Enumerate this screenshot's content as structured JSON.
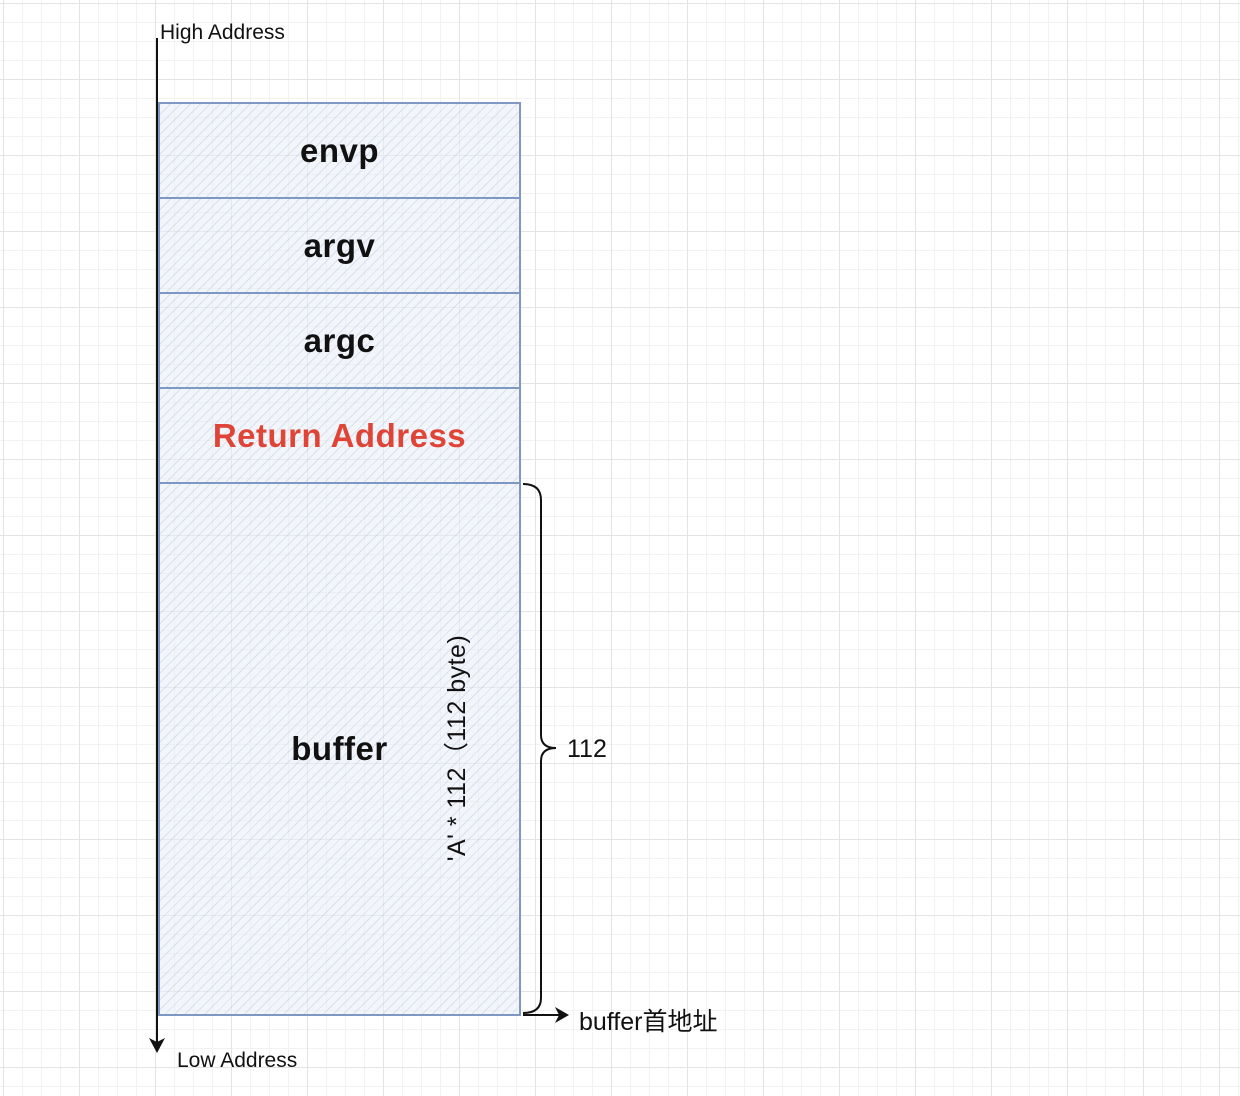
{
  "labels": {
    "high_address": "High Address",
    "low_address": "Low Address",
    "brace_value": "112",
    "buffer_start": "buffer首地址",
    "buffer_fill": "'A' * 112（112 byte)"
  },
  "stack_blocks": [
    {
      "label": "envp",
      "highlight": false
    },
    {
      "label": "argv",
      "highlight": false
    },
    {
      "label": "argc",
      "highlight": false
    },
    {
      "label": "Return Address",
      "highlight": true
    },
    {
      "label": "buffer",
      "highlight": false
    }
  ],
  "colors": {
    "block_border": "#7f97c3",
    "highlight_text": "#e04436",
    "text": "#111111"
  }
}
